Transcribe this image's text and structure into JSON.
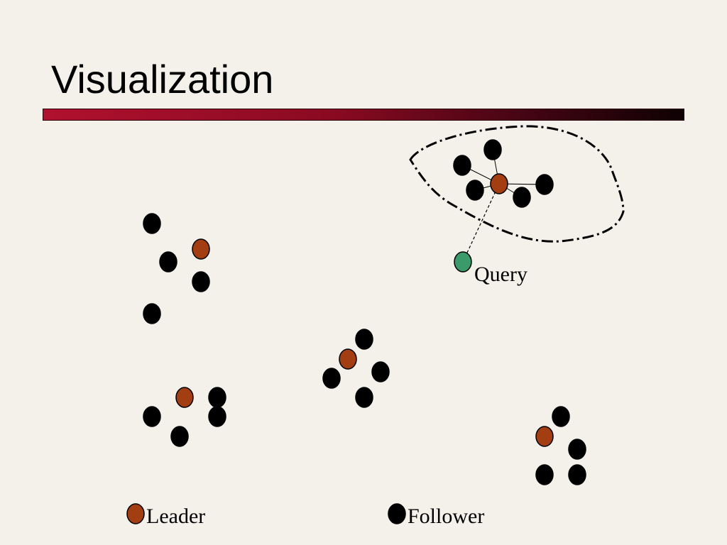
{
  "slide": {
    "title": "Visualization"
  },
  "labels": {
    "query": "Query",
    "legend_leader": "Leader",
    "legend_follower": "Follower"
  },
  "colors": {
    "leader": "#a33d12",
    "follower": "#000000",
    "query": "#3a9a6a",
    "background": "#f3f1ea",
    "rule_start": "#b0112e",
    "rule_end": "#0e0103"
  },
  "icons": {
    "leader_legend": "brown-node-icon",
    "follower_legend": "black-node-icon"
  }
}
